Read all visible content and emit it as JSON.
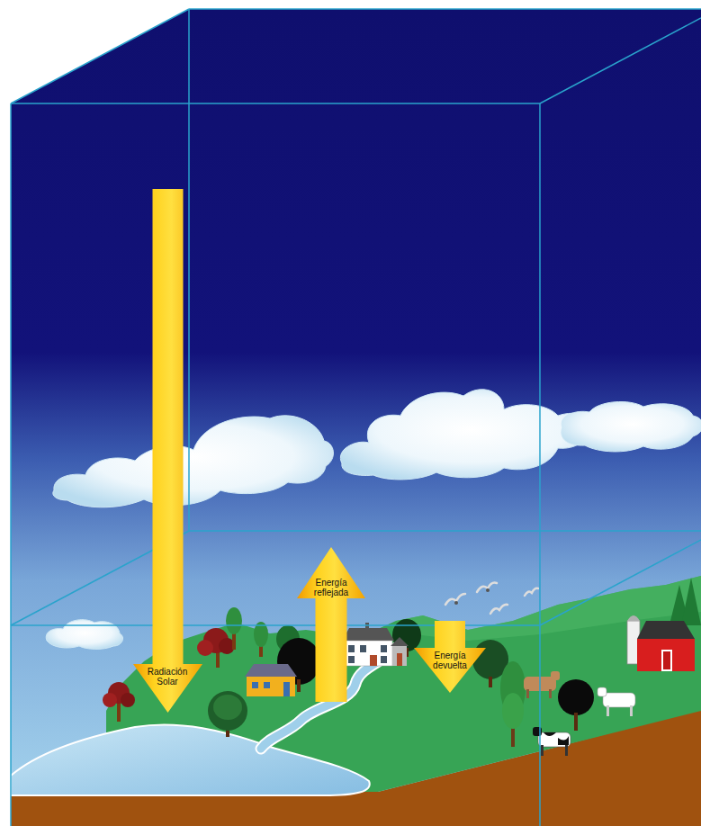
{
  "diagram": {
    "nodes": [
      {
        "text": [
          "Radiación Solar"
        ]
      },
      {
        "text": [
          "Energía reflejada"
        ]
      },
      {
        "text": [
          "Energía devuelta"
        ]
      }
    ]
  }
}
